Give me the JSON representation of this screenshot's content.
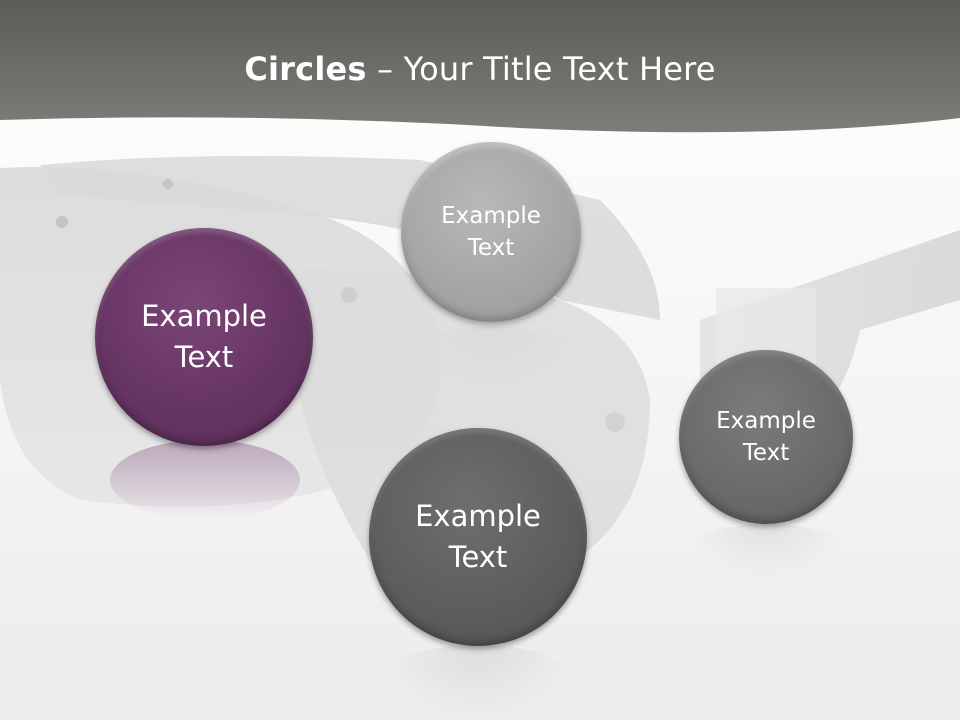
{
  "title": {
    "bold": "Circles",
    "rest": " – Your Title Text Here"
  },
  "colors": {
    "header": "#706f6b",
    "purple": "#6a3766",
    "light_gray": "#a8a8a6",
    "dark_gray": "#5f5f5f",
    "mid_gray": "#6b6b6b"
  },
  "circles": [
    {
      "label": "Example\nText"
    },
    {
      "label": "Example\nText"
    },
    {
      "label": "Example\nText"
    },
    {
      "label": "Example\nText"
    }
  ]
}
